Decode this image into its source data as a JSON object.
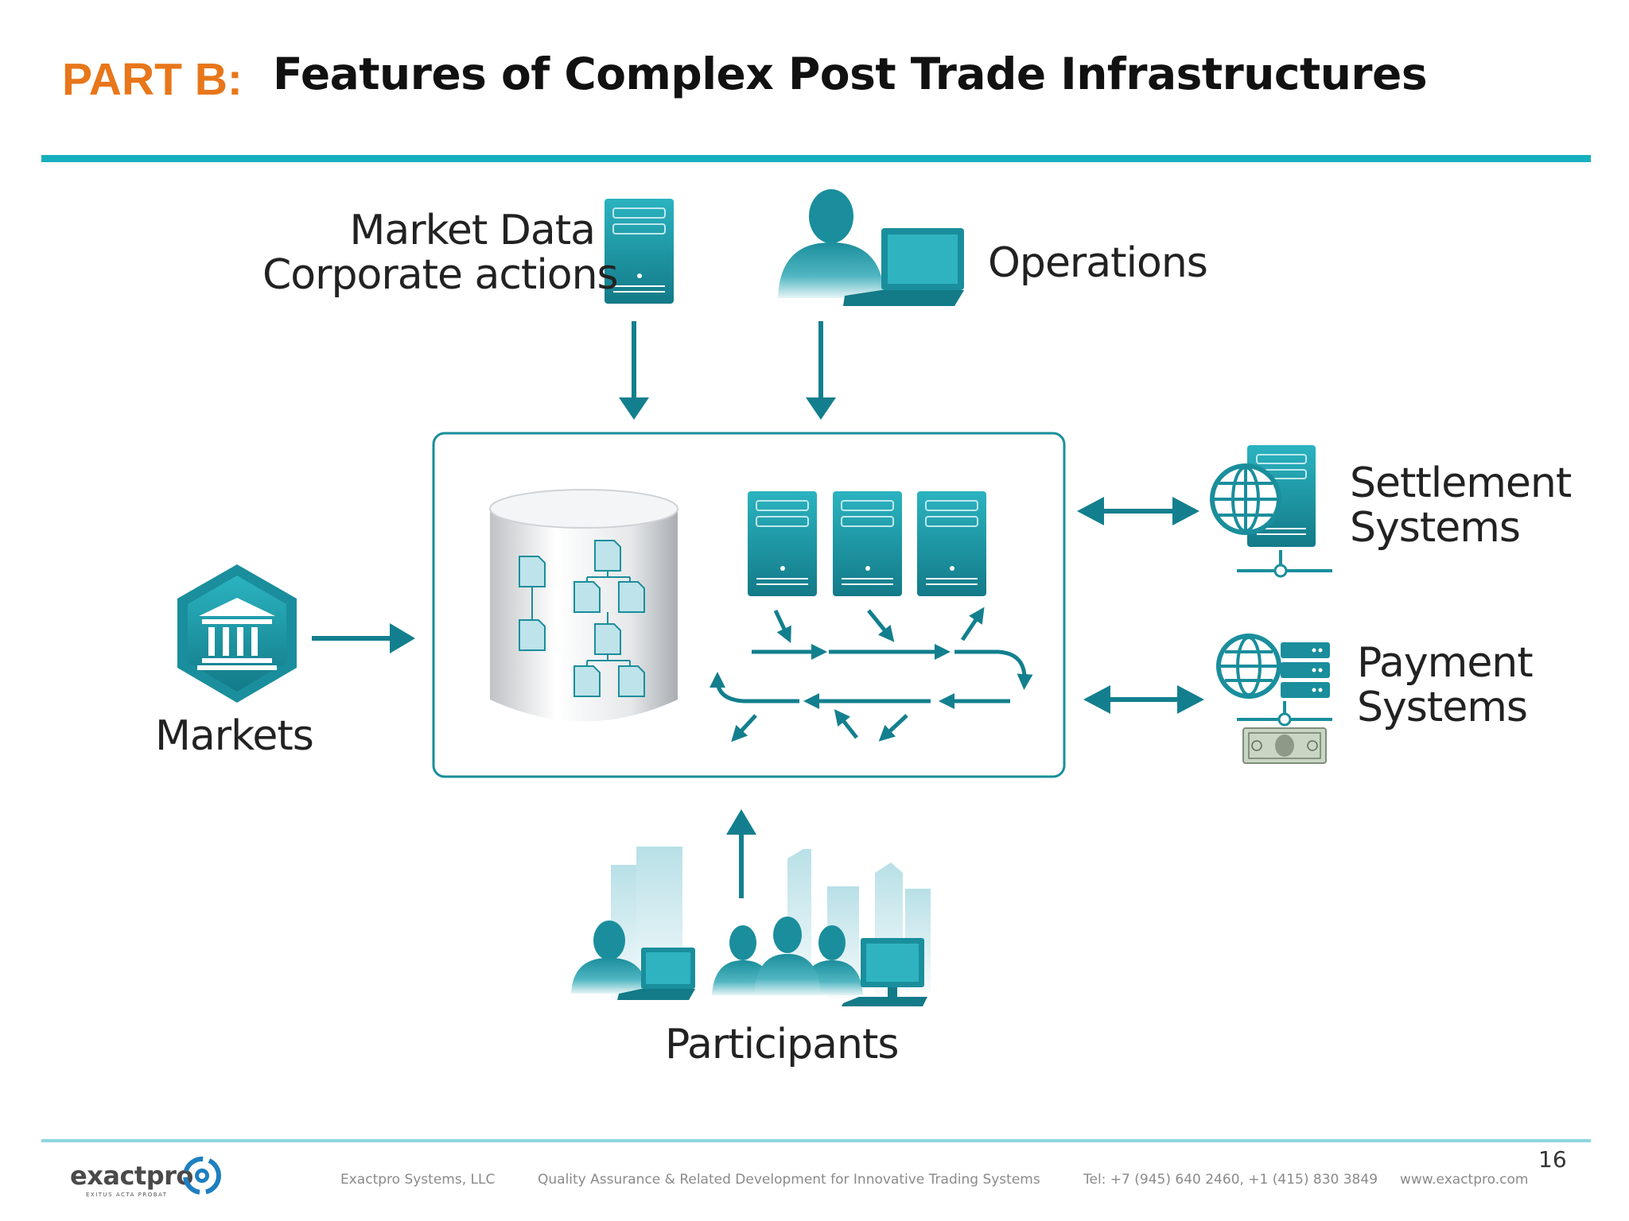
{
  "header": {
    "part_label": "PART B:",
    "title": "Features of Complex Post Trade Infrastructures"
  },
  "diagram": {
    "market_data": {
      "line1": "Market Data",
      "line2": "Corporate actions"
    },
    "operations": "Operations",
    "markets": "Markets",
    "participants": "Participants",
    "settlement": {
      "line1": "Settlement",
      "line2": "Systems"
    },
    "payment": {
      "line1": "Payment",
      "line2": "Systems"
    }
  },
  "footer": {
    "logo": "exactpro",
    "logo_tagline": "EXITUS ACTA PROBAT",
    "company": "Exactpro Systems, LLC",
    "slogan": "Quality Assurance & Related Development for Innovative Trading Systems",
    "phone": "Tel: +7 (945) 640 2460, +1 (415) 830 3849",
    "website": "www.exactpro.com",
    "page_number": "16"
  },
  "colors": {
    "accent_orange": "#E8761A",
    "rule_teal": "#16AFBF",
    "icon_teal": "#1A8E9C",
    "arrow_teal": "#137F8E"
  }
}
